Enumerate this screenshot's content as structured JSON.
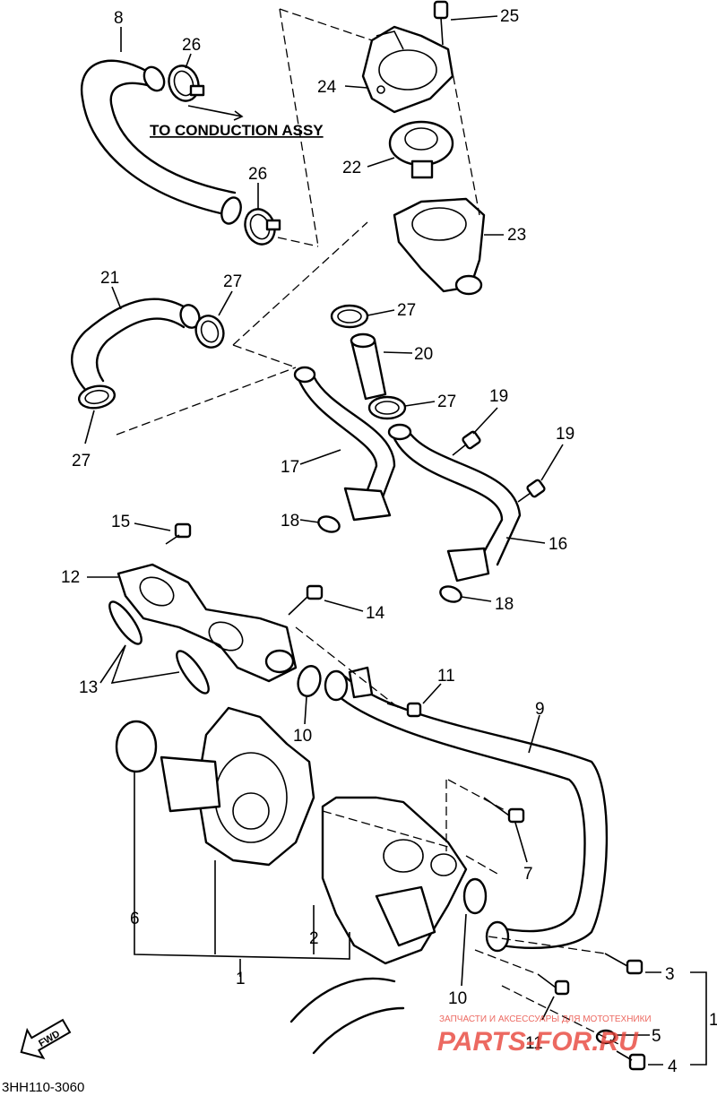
{
  "callouts": [
    {
      "id": "c8",
      "text": "8"
    },
    {
      "id": "c26a",
      "text": "26"
    },
    {
      "id": "c25",
      "text": "25"
    },
    {
      "id": "c24",
      "text": "24"
    },
    {
      "id": "c22",
      "text": "22"
    },
    {
      "id": "c26b",
      "text": "26"
    },
    {
      "id": "c23",
      "text": "23"
    },
    {
      "id": "c21",
      "text": "21"
    },
    {
      "id": "c27a",
      "text": "27"
    },
    {
      "id": "c27b",
      "text": "27"
    },
    {
      "id": "c20",
      "text": "20"
    },
    {
      "id": "c27c",
      "text": "27"
    },
    {
      "id": "c19a",
      "text": "19"
    },
    {
      "id": "c19b",
      "text": "19"
    },
    {
      "id": "c27d",
      "text": "27"
    },
    {
      "id": "c17",
      "text": "17"
    },
    {
      "id": "c18a",
      "text": "18"
    },
    {
      "id": "c16",
      "text": "16"
    },
    {
      "id": "c18b",
      "text": "18"
    },
    {
      "id": "c15",
      "text": "15"
    },
    {
      "id": "c12",
      "text": "12"
    },
    {
      "id": "c14",
      "text": "14"
    },
    {
      "id": "c13",
      "text": "13"
    },
    {
      "id": "c11a",
      "text": "11"
    },
    {
      "id": "c9",
      "text": "9"
    },
    {
      "id": "c10a",
      "text": "10"
    },
    {
      "id": "c7",
      "text": "7"
    },
    {
      "id": "c6",
      "text": "6"
    },
    {
      "id": "c2",
      "text": "2"
    },
    {
      "id": "c1",
      "text": "1"
    },
    {
      "id": "c3",
      "text": "3"
    },
    {
      "id": "c10b",
      "text": "10"
    },
    {
      "id": "c5",
      "text": "5"
    },
    {
      "id": "c11b",
      "text": "11"
    },
    {
      "id": "c4",
      "text": "4"
    },
    {
      "id": "c1r",
      "text": "1"
    }
  ],
  "note": "TO CONDUCTION ASSY",
  "fwd_label": "FWD",
  "diagram_code": "3HH110-3060",
  "watermark": {
    "caption": "ЗАПЧАСТИ И АКСЕССУАРЫ ДЛЯ МОТОТЕХНИКИ",
    "logo_text": "PARTS-FOR.RU",
    "color": "#e8443a"
  }
}
